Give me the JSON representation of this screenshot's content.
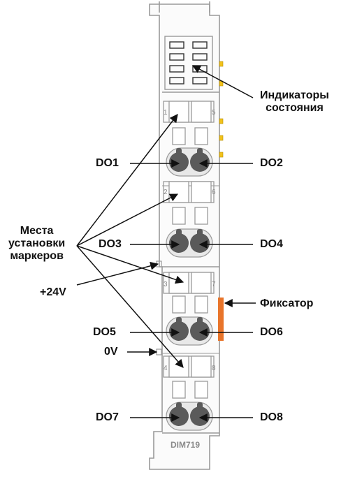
{
  "labels": {
    "indicators": [
      "Индикаторы",
      "состояния"
    ],
    "markers": [
      "Места",
      "установки",
      "маркеров"
    ],
    "plus24v": "+24V",
    "zero_v": "0V",
    "latch": "Фиксатор",
    "do1": "DO1",
    "do2": "DO2",
    "do3": "DO3",
    "do4": "DO4",
    "do5": "DO5",
    "do6": "DO6",
    "do7": "DO7",
    "do8": "DO8"
  },
  "module": {
    "model": "DIM719",
    "slot_numbers": [
      "1",
      "5",
      "2",
      "6",
      "3",
      "7",
      "4",
      "8"
    ]
  },
  "colors": {
    "housing_outline": "#9a9a9a",
    "terminal": "#5a5a5a",
    "led": "#f2c21b",
    "latch": "#e8742a",
    "arrow": "#111111"
  }
}
